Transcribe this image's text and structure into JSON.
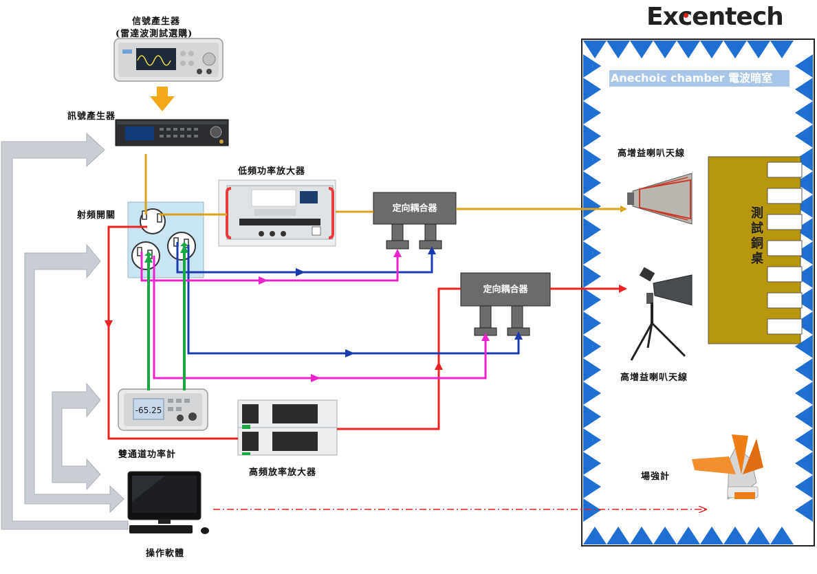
{
  "brand": {
    "name_pre": "Ex",
    "name_post": "entech",
    "name_dot_color": "#e02020"
  },
  "chamber": {
    "title": "Anechoic chamber  電波暗室"
  },
  "labels": {
    "signal_gen_1_line1": "信號產生器",
    "signal_gen_1_line2": "(雷達波測試選購)",
    "signal_gen_2": "訊號產生器",
    "rf_switch": "射頻開關",
    "low_freq_amp": "低頻功率放大器",
    "coupler_1": "定向耦合器",
    "coupler_2": "定向耦合器",
    "horn_antenna_1": "高增益喇叭天線",
    "horn_antenna_2": "高增益喇叭天線",
    "test_table": "測試銅桌",
    "power_meter": "雙通道功率計",
    "high_freq_amp": "高頻放率放大器",
    "field_probe": "場強計",
    "control_software": "操作軟體"
  },
  "instruments": {
    "power_meter_reading": "-65.25"
  },
  "colors": {
    "orange": "#d9a21b",
    "red": "#ee2222",
    "blue": "#1a3bb0",
    "magenta": "#ee22cc",
    "green": "#1aa844",
    "gray_arrow": "#c9ced4",
    "absorber": "#1f6fd1",
    "table": "#b8960d",
    "coupler": "#6b6b6b"
  }
}
